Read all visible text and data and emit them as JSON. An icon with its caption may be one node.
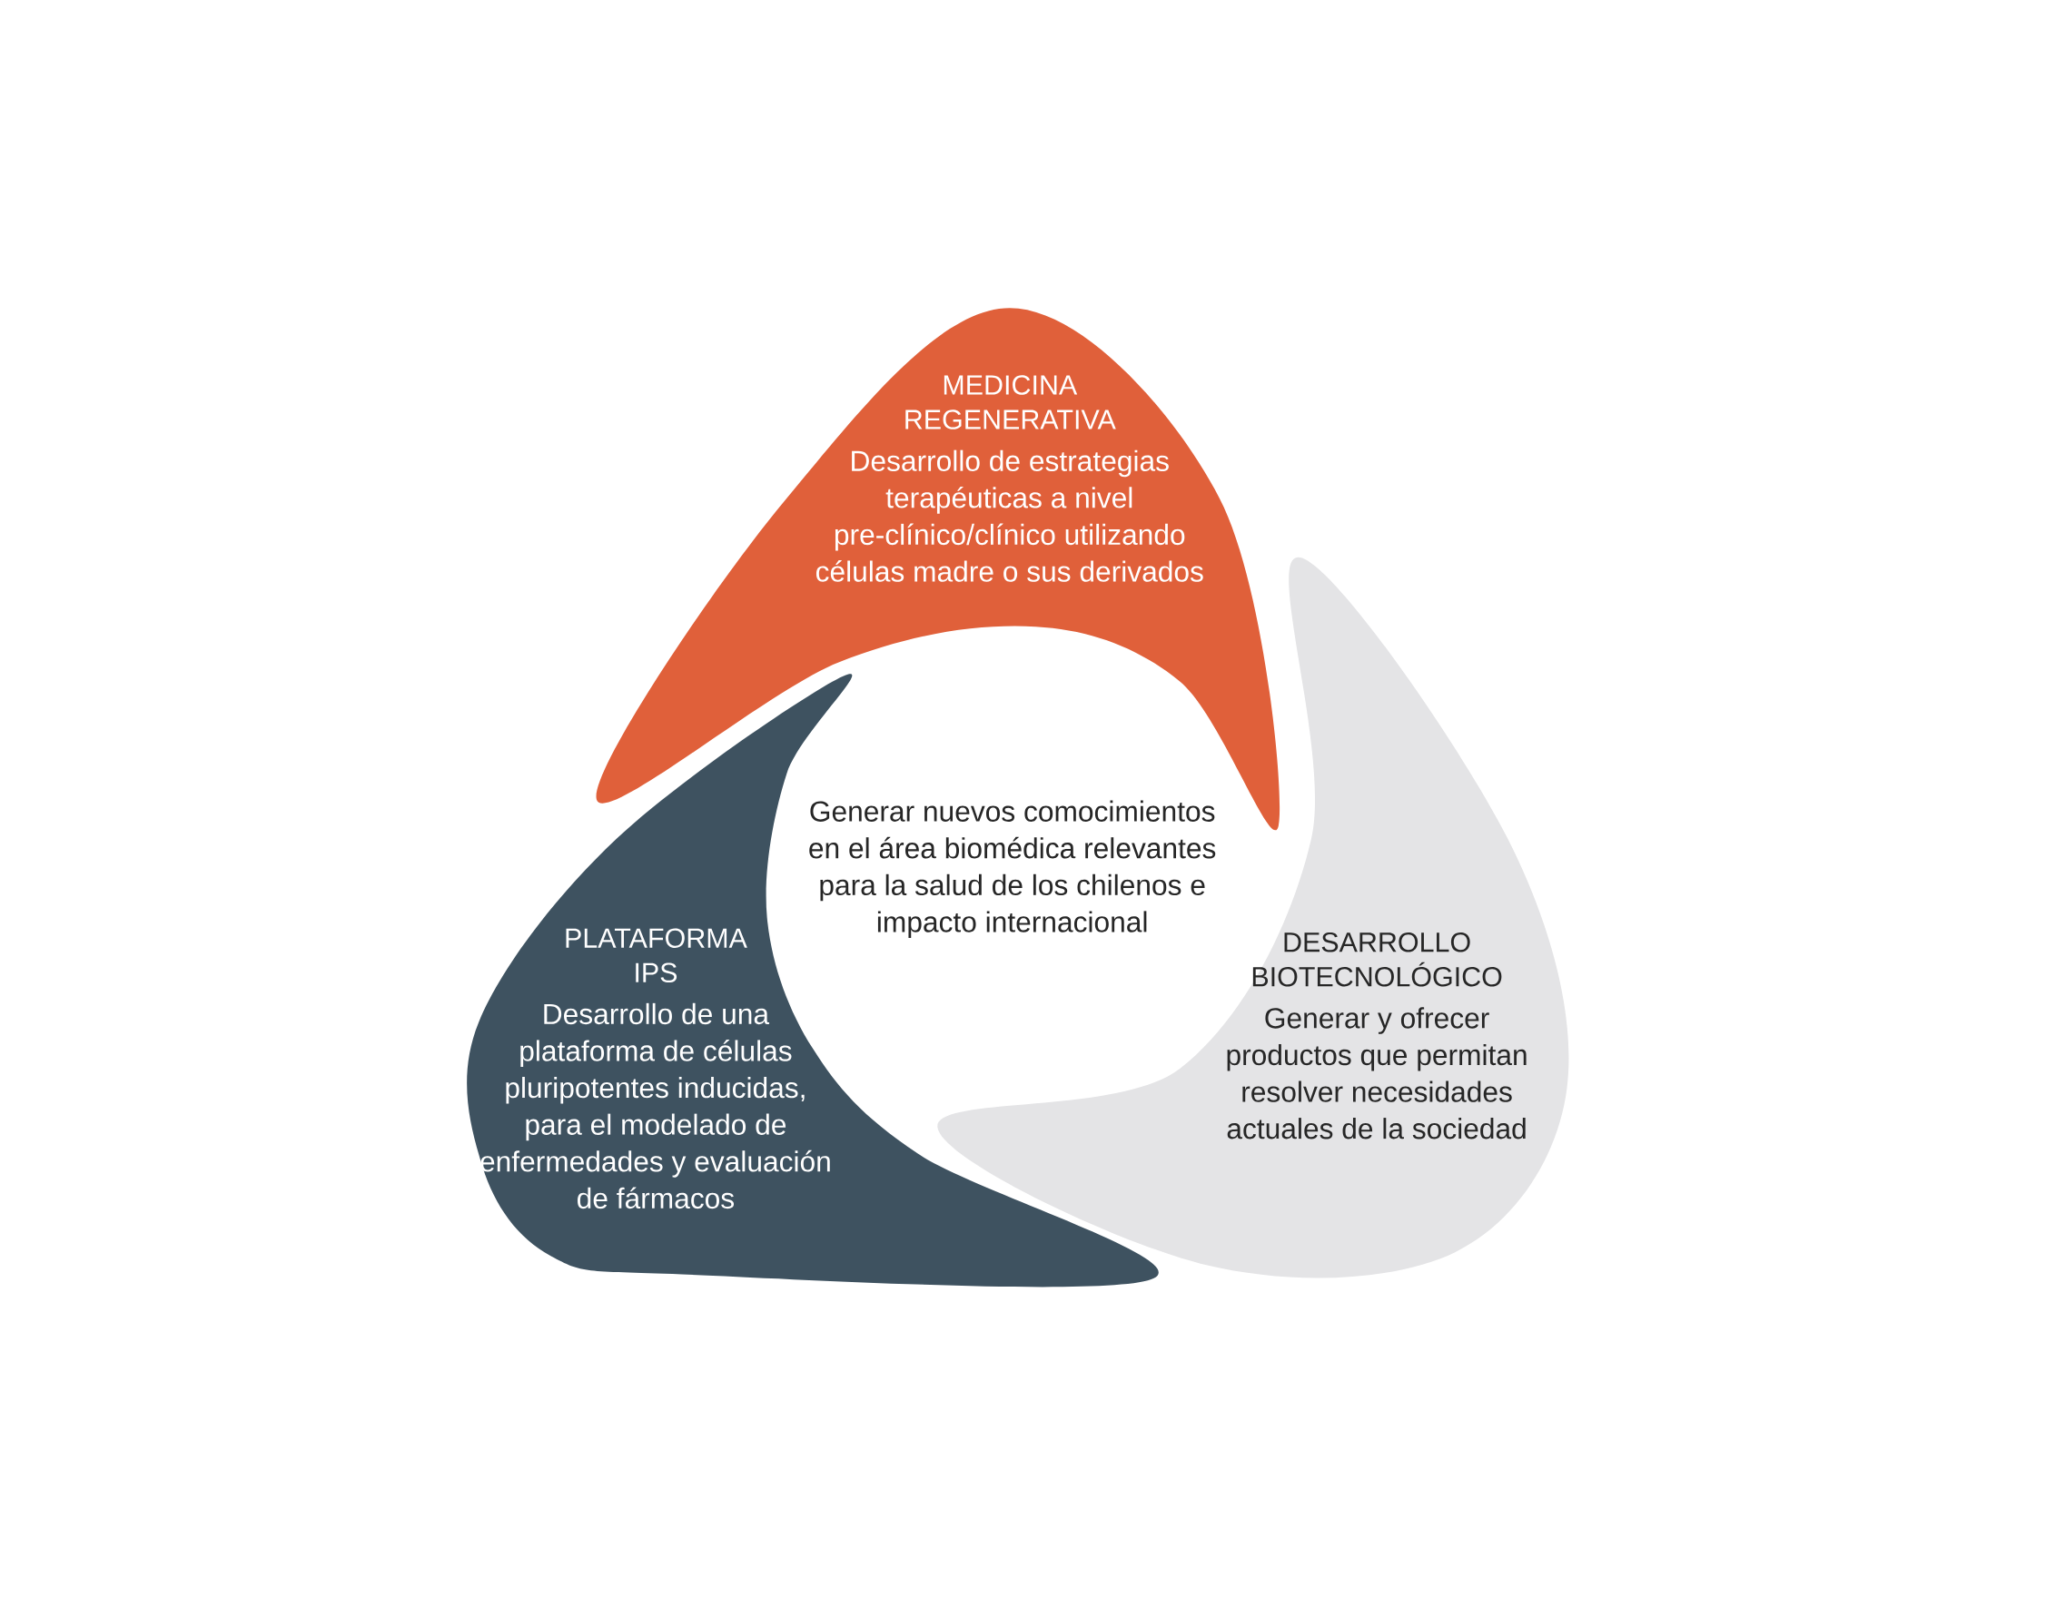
{
  "diagram": {
    "nodes": [
      {
        "text": [
          "MEDICINA REGENERATIVA",
          "Desarrollo de estrategias terapéuticas a nivel pre-clínico/clínico utilizando células madre o sus derivados"
        ]
      },
      {
        "text": [
          "PLATAFORMA IPS",
          "Desarrollo de una plataforma de células pluripotentes inducidas, para el modelado de enfermedades y evaluación de fármacos"
        ]
      },
      {
        "text": [
          "DESARROLLO BIOTECNOLÓGICO",
          "Generar y ofrecer productos que permitan resolver necesidades actuales de la sociedad"
        ]
      }
    ],
    "labels": [
      "Generar nuevos comocimientos en el área biomédica relevantes para la salud de los chilenos e impacto internacional"
    ]
  }
}
